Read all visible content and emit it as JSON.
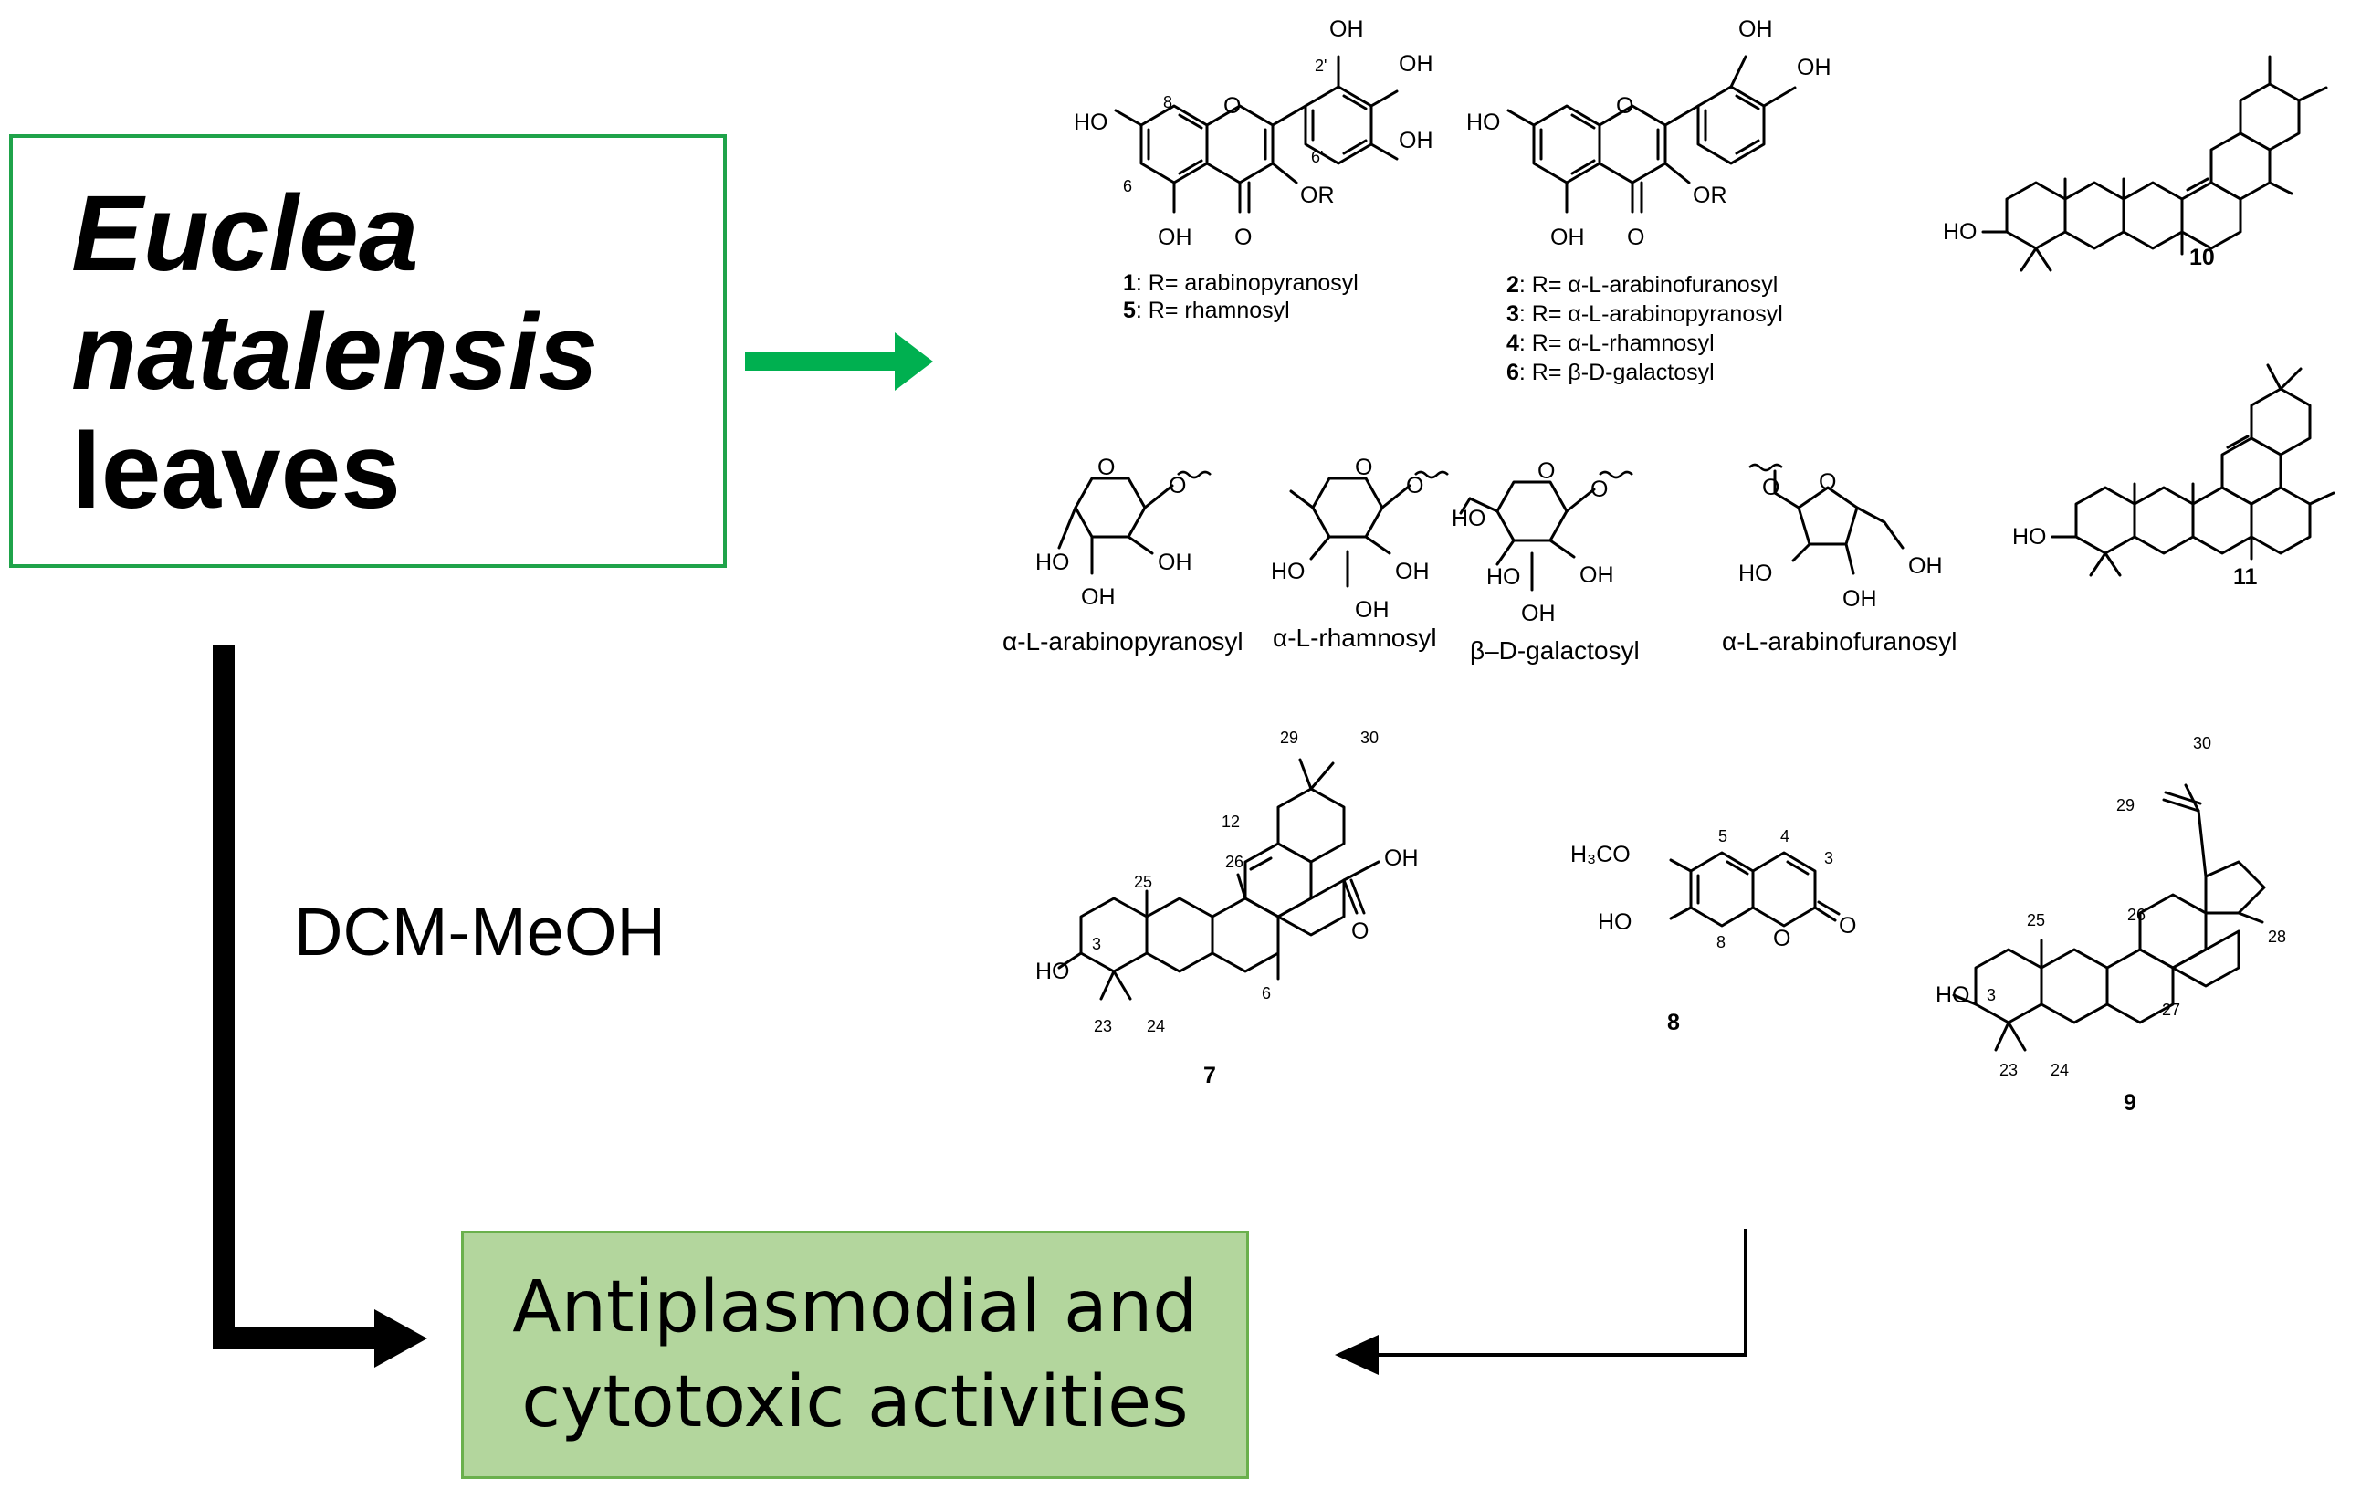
{
  "source": {
    "genus": "Euclea",
    "species": "natalensis",
    "part": "leaves"
  },
  "extraction": {
    "solvent": "DCM-MeOH"
  },
  "result": {
    "line1": "Antiplasmodial and",
    "line2": "cytotoxic activities"
  },
  "flavonol_a": {
    "oh_b1": "OH",
    "oh_b2": "OH",
    "oh_b3": "OH",
    "oh_7": "HO",
    "oh_5": "OH",
    "or": "OR",
    "carbonyl_o": "O",
    "ring_o": "O",
    "pos_8": "8",
    "pos_6": "6",
    "pos_2p": "2'",
    "pos_6p": "6'",
    "r1_num": "1",
    "r1_text": ": R= arabinopyranosyl",
    "r5_num": "5",
    "r5_text": ": R= rhamnosyl"
  },
  "flavonol_b": {
    "oh_b1": "OH",
    "oh_b2": "OH",
    "oh_7": "HO",
    "oh_5": "OH",
    "or": "OR",
    "carbonyl_o": "O",
    "ring_o": "O",
    "r2_num": "2",
    "r2_text": ": R= α-L-arabinofuranosyl",
    "r3_num": "3",
    "r3_text": ": R= α-L-arabinopyranosyl",
    "r4_num": "4",
    "r4_text": ": R= α-L-rhamnosyl",
    "r6_num": "6",
    "r6_text": ": R= β-D-galactosyl"
  },
  "sugars": [
    {
      "name": "α-L-arabinopyranosyl",
      "ring_o": "O",
      "link_o": "O",
      "oh": [
        "HO",
        "OH",
        "OH"
      ]
    },
    {
      "name": "α-L-rhamnosyl",
      "ring_o": "O",
      "link_o": "O",
      "oh": [
        "HO",
        "OH",
        "OH"
      ]
    },
    {
      "name": "β–D-galactosyl",
      "ring_o": "O",
      "link_o": "O",
      "oh": [
        "HO",
        "HO",
        "OH",
        "OH"
      ]
    },
    {
      "name": "α-L-arabinofuranosyl",
      "ring_o": "O",
      "link_o": "O",
      "oh": [
        "HO",
        "OH",
        "OH"
      ]
    }
  ],
  "compound_7": {
    "id": "7",
    "oh": "HO",
    "cooh": "OH",
    "co_o": "O",
    "positions": [
      "29",
      "30",
      "12",
      "25",
      "26",
      "6",
      "3",
      "23",
      "24"
    ]
  },
  "compound_8": {
    "id": "8",
    "methoxy": "H₃CO",
    "oh": "HO",
    "ring_o": "O",
    "carbonyl_o": "O",
    "positions": [
      "5",
      "4",
      "3",
      "8"
    ]
  },
  "compound_9": {
    "id": "9",
    "oh": "HO",
    "positions": [
      "30",
      "29",
      "25",
      "26",
      "28",
      "27",
      "3",
      "23",
      "24"
    ]
  },
  "compound_10": {
    "id": "10",
    "oh": "HO"
  },
  "compound_11": {
    "id": "11",
    "oh": "HO"
  }
}
